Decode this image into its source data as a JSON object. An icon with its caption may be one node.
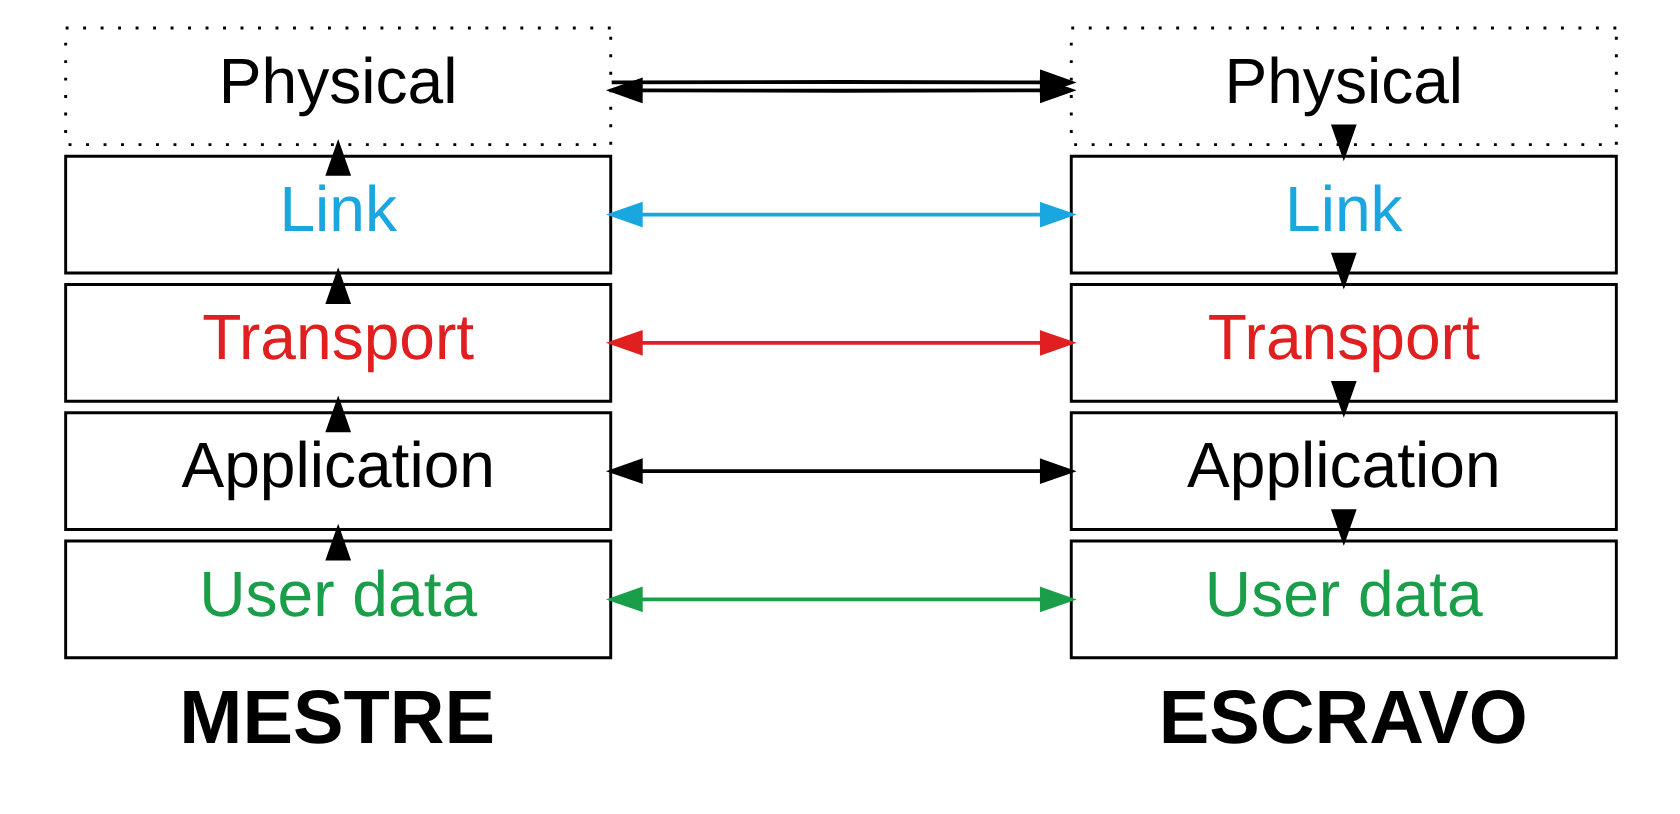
{
  "diagram": {
    "nodes": [
      {
        "text": [
          "User data"
        ]
      },
      {
        "text": [
          "Application"
        ]
      },
      {
        "text": [
          "Transport"
        ]
      },
      {
        "text": [
          "Link"
        ]
      },
      {
        "text": [
          "Physical"
        ]
      },
      {
        "text": [
          "User data"
        ]
      },
      {
        "text": [
          "Application"
        ]
      },
      {
        "text": [
          "Transport"
        ]
      },
      {
        "text": [
          "Link"
        ]
      },
      {
        "text": [
          "Physical"
        ]
      }
    ],
    "edges": [
      {
        "from": 0,
        "to": 5,
        "arrow": "both",
        "color": "#1a9e4a"
      },
      {
        "from": 1,
        "to": 6,
        "arrow": "both"
      },
      {
        "from": 2,
        "to": 7,
        "arrow": "both",
        "color": "#e02020"
      },
      {
        "from": 3,
        "to": 8,
        "arrow": "both",
        "color": "#1aa7e0"
      },
      {
        "from": 4,
        "to": 9,
        "arrow": "both"
      },
      {
        "from": 0,
        "to": 1,
        "arrow": "to"
      },
      {
        "from": 1,
        "to": 2,
        "arrow": "to"
      },
      {
        "from": 2,
        "to": 3,
        "arrow": "to"
      },
      {
        "from": 3,
        "to": 4,
        "arrow": "to"
      },
      {
        "from": 9,
        "to": 8,
        "arrow": "to"
      },
      {
        "from": 8,
        "to": 7,
        "arrow": "to"
      },
      {
        "from": 7,
        "to": 6,
        "arrow": "to"
      },
      {
        "from": 6,
        "to": 5,
        "arrow": "to"
      },
      {
        "from": 4,
        "to": 9,
        "arrow": "to"
      }
    ],
    "labels": [
      "MESTRE",
      "ESCRAVO"
    ]
  }
}
